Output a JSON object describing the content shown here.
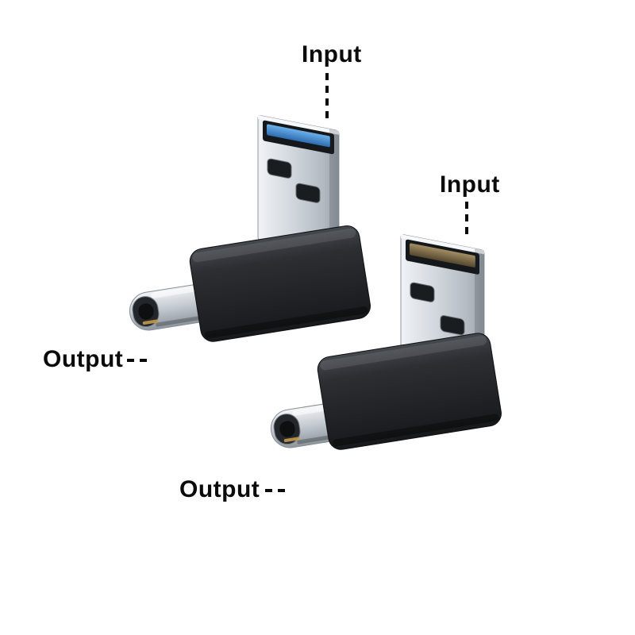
{
  "image": {
    "background_color": "#ffffff",
    "subject": "two-right-angle-usb-a-to-usb-c-adapters"
  },
  "annotations": {
    "adapter1_input_label": "Input",
    "adapter1_output_label": "Output",
    "adapter2_input_label": "Input",
    "adapter2_output_label": "Output"
  },
  "adapters": [
    {
      "id": "adapter-1",
      "usb_a_insert_color": "#3f7fc1",
      "body_color": "#232527",
      "shell_color": "#c9ced4"
    },
    {
      "id": "adapter-2",
      "usb_a_insert_color": "#8a7750",
      "body_color": "#232527",
      "shell_color": "#c9ced4"
    }
  ]
}
